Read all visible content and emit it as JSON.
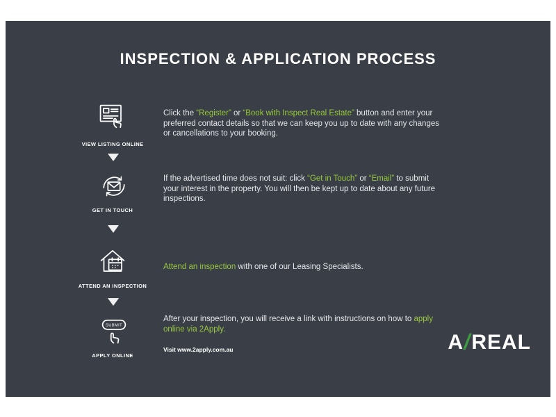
{
  "page": {
    "title": "INSPECTION & APPLICATION PROCESS"
  },
  "colors": {
    "background": "#3a3e47",
    "accent_green": "#97c93d",
    "logo_slash_green": "#3f9b43",
    "text": "#e4e6e8"
  },
  "steps": [
    {
      "label": "VIEW LISTING ONLINE",
      "icon": "listing-document-icon",
      "desc": [
        {
          "text": "Click the ",
          "accent": false
        },
        {
          "text": "“Register”",
          "accent": true
        },
        {
          "text": " or ",
          "accent": false
        },
        {
          "text": "“Book with Inspect Real Estate”",
          "accent": true
        },
        {
          "text": " button and enter your preferred contact details so that we can keep you up to date with any changes or cancellations to your booking.",
          "accent": false
        }
      ]
    },
    {
      "label": "GET IN TOUCH",
      "icon": "envelope-refresh-icon",
      "desc": [
        {
          "text": "If the advertised time does not suit: click ",
          "accent": false
        },
        {
          "text": "“Get in Touch”",
          "accent": true
        },
        {
          "text": " or ",
          "accent": false
        },
        {
          "text": "“Email”",
          "accent": true
        },
        {
          "text": " to submit your interest in the property. You will then be kept up to date about any future inspections.",
          "accent": false
        }
      ]
    },
    {
      "label": "ATTEND AN INSPECTION",
      "icon": "house-calendar-icon",
      "desc": [
        {
          "text": "Attend an inspection",
          "accent": true
        },
        {
          "text": " with one of our Leasing Specialists.",
          "accent": false
        }
      ]
    },
    {
      "label": "APPLY ONLINE",
      "icon": "submit-button-icon",
      "desc": [
        {
          "text": "After your inspection, you will receive a link with instructions on how to ",
          "accent": false
        },
        {
          "text": "apply online via 2Apply.",
          "accent": true
        }
      ]
    }
  ],
  "submit_icon_text": "SUBMIT",
  "footnote": "Visit www.2apply.com.au",
  "logo": {
    "part1": "A",
    "slash": "/",
    "part2": "REAL"
  }
}
